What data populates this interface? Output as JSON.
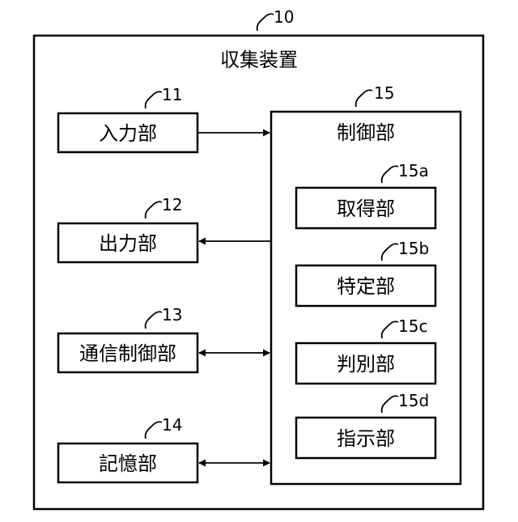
{
  "device": {
    "ref": "10",
    "label": "収集装置"
  },
  "units": [
    {
      "key": "input",
      "ref": "11",
      "label": "入力部",
      "link": "to-control"
    },
    {
      "key": "output",
      "ref": "12",
      "label": "出力部",
      "link": "from-control"
    },
    {
      "key": "comm",
      "ref": "13",
      "label": "通信制御部",
      "link": "bidirectional"
    },
    {
      "key": "storage",
      "ref": "14",
      "label": "記憶部",
      "link": "bidirectional"
    }
  ],
  "control": {
    "ref": "15",
    "label": "制御部",
    "subunits": [
      {
        "key": "acquire",
        "ref": "15a",
        "label": "取得部"
      },
      {
        "key": "identify",
        "ref": "15b",
        "label": "特定部"
      },
      {
        "key": "judge",
        "ref": "15c",
        "label": "判別部"
      },
      {
        "key": "instruct",
        "ref": "15d",
        "label": "指示部"
      }
    ]
  }
}
